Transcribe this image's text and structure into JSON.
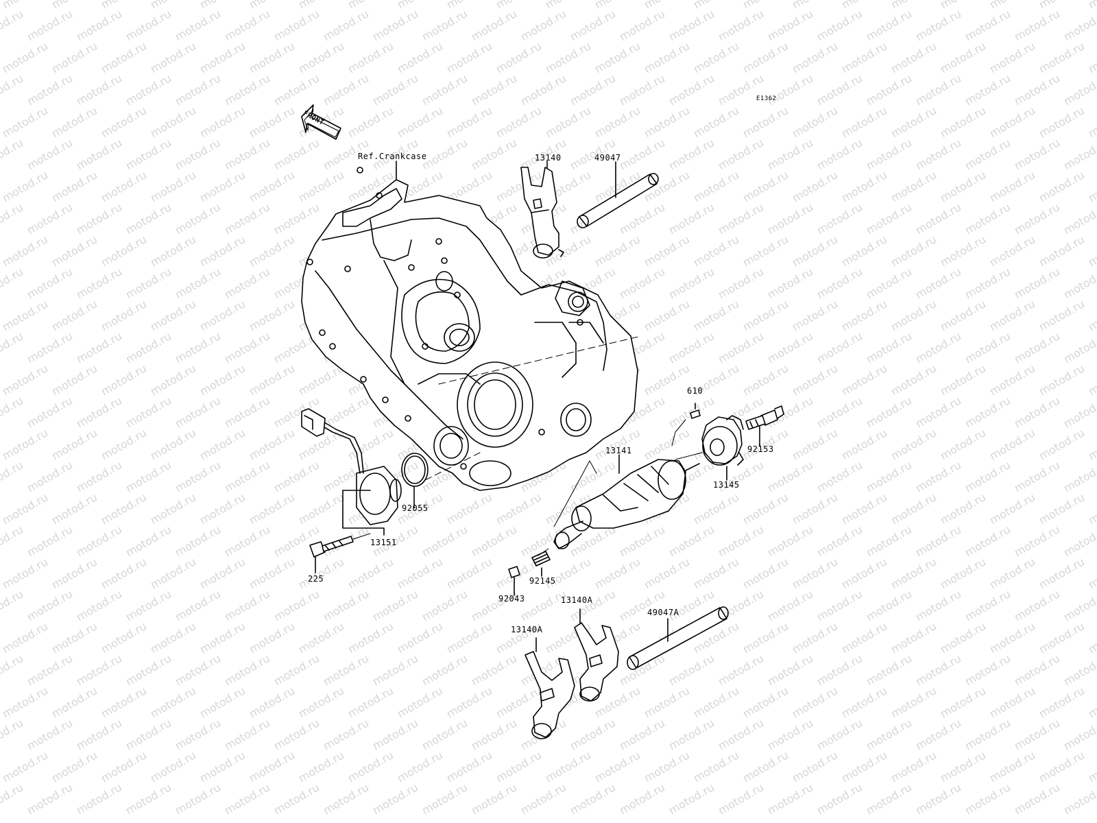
{
  "diagram": {
    "code": "E1362",
    "front_label": "FRONT",
    "ref_label": "Ref.Crankcase",
    "watermark": "motod.ru",
    "parts": [
      {
        "id": "p13140",
        "label": "13140"
      },
      {
        "id": "p49047",
        "label": "49047"
      },
      {
        "id": "p610",
        "label": "610"
      },
      {
        "id": "p92153",
        "label": "92153"
      },
      {
        "id": "p13141",
        "label": "13141"
      },
      {
        "id": "p13145",
        "label": "13145"
      },
      {
        "id": "p92055",
        "label": "92055"
      },
      {
        "id": "p13151",
        "label": "13151"
      },
      {
        "id": "p225",
        "label": "225"
      },
      {
        "id": "p92145",
        "label": "92145"
      },
      {
        "id": "p92043",
        "label": "92043"
      },
      {
        "id": "p13140A_right",
        "label": "13140A"
      },
      {
        "id": "p13140A_left",
        "label": "13140A"
      },
      {
        "id": "p49047A",
        "label": "49047A"
      }
    ]
  }
}
